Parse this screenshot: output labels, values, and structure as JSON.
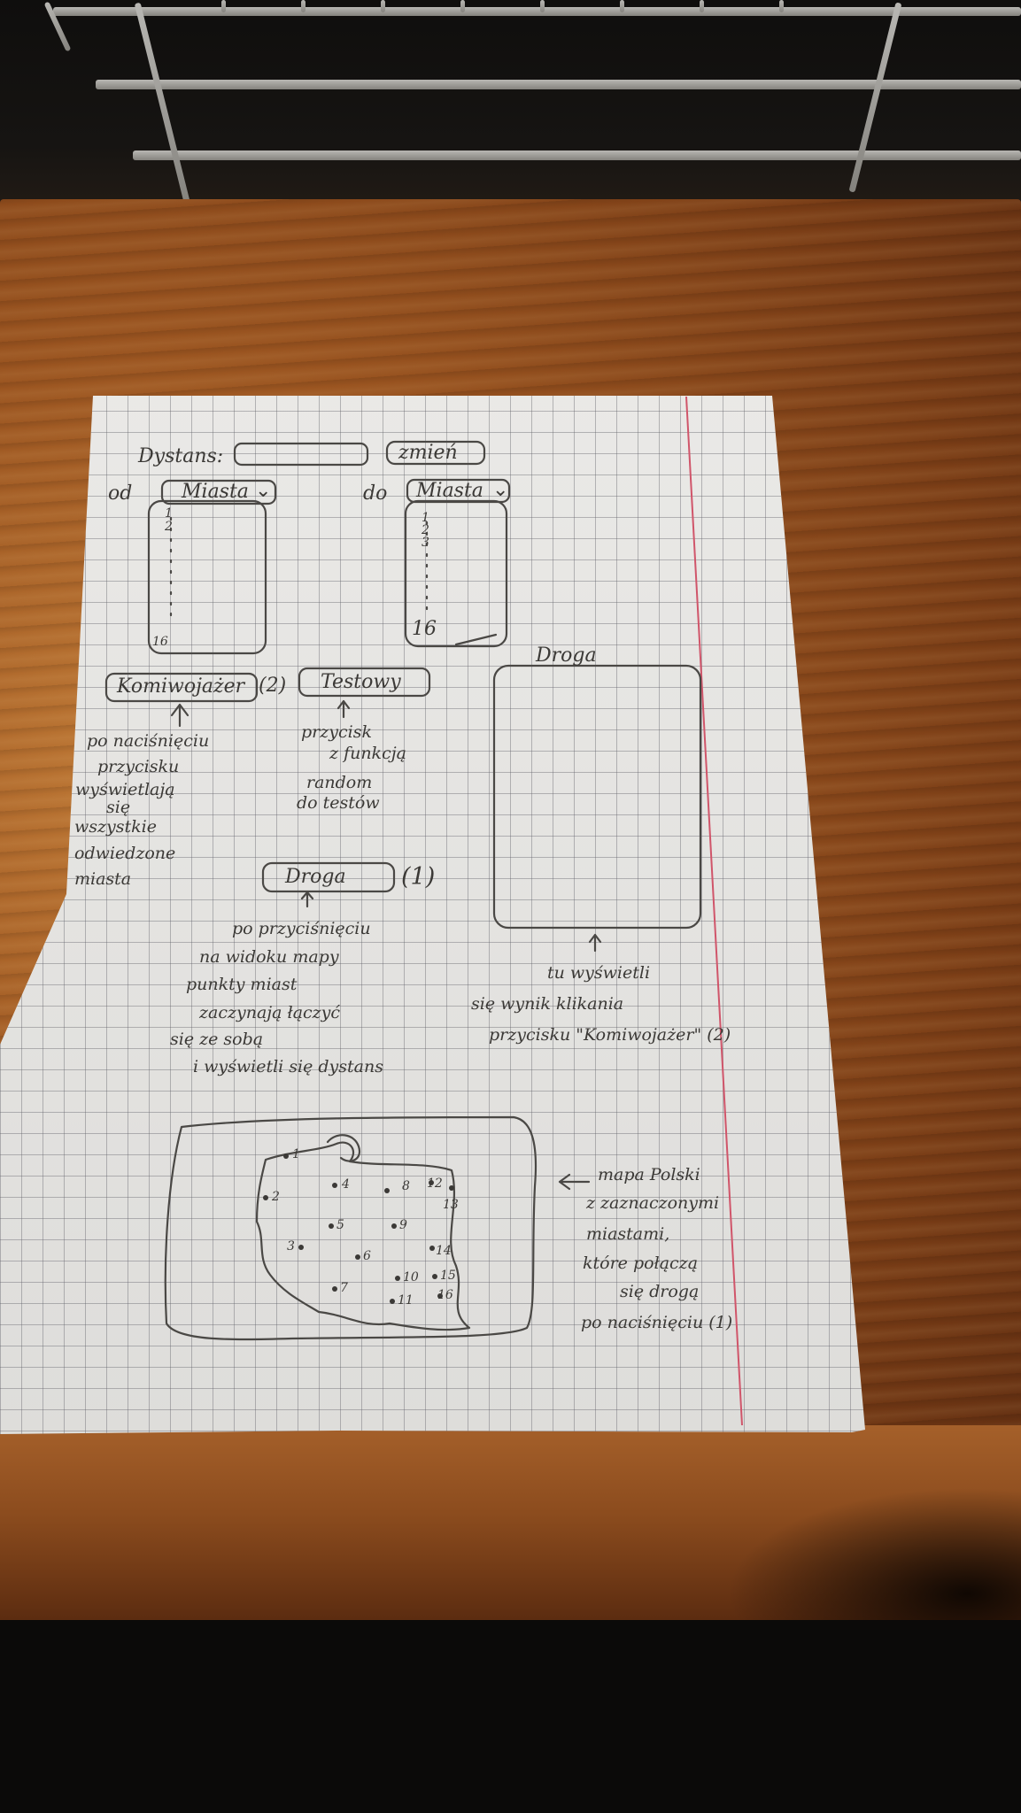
{
  "sketch": {
    "distance_label": "Dystans:",
    "change_button": "zmień",
    "from_label": "od",
    "to_label": "do",
    "from_dropdown": "Miasta",
    "to_dropdown": "Miasta",
    "list_first": "1",
    "list_second": "2",
    "list_third": "3",
    "list_last": "16",
    "salesman_button": "Komiwojażer",
    "salesman_marker": "(2)",
    "test_button": "Testowy",
    "route_panel_title": "Droga",
    "route_button": "Droga",
    "route_marker": "(1)",
    "note_salesman": [
      "po naciśnięciu",
      "przycisku",
      "wyświetlają",
      "się",
      "wszystkie",
      "odwiedzone",
      "miasta"
    ],
    "note_test": [
      "przycisk",
      "z funkcją",
      "random",
      "do testów"
    ],
    "note_route": [
      "po przyciśnięciu",
      "na widoku mapy",
      "punkty miast",
      "zaczynają łączyć",
      "się ze sobą",
      "i wyświetli się dystans"
    ],
    "note_result": [
      "tu wyświetli",
      "się wynik klikania",
      "przycisku \"Komiwojażer\" (2)"
    ],
    "note_map": [
      "mapa Polski",
      "z zaznaczonymi",
      "miastami,",
      "które połączą",
      "się drogą",
      "po naciśnięciu (1)"
    ],
    "map_city_numbers": [
      "1",
      "2",
      "4",
      "8",
      "12",
      "13",
      "5",
      "9",
      "3",
      "6",
      "14",
      "10",
      "15",
      "7",
      "11",
      "16"
    ]
  }
}
